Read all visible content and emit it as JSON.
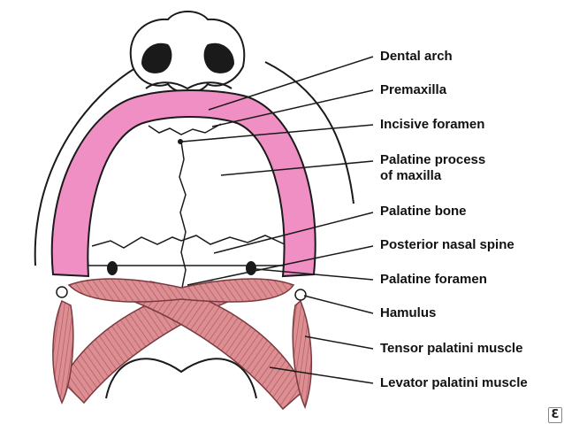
{
  "labels": {
    "dental_arch": "Dental arch",
    "premaxilla": "Premaxilla",
    "incisive_foramen": "Incisive foramen",
    "palatine_process_line1": "Palatine process",
    "palatine_process_line2": "of maxilla",
    "palatine_bone": "Palatine bone",
    "posterior_nasal_spine": "Posterior nasal spine",
    "palatine_foramen": "Palatine foramen",
    "hamulus": "Hamulus",
    "tensor_palatini": "Tensor palatini muscle",
    "levator_palatini": "Levator palatini muscle"
  },
  "colors": {
    "dental_arch": "#ef8fc3",
    "muscle": "#d9868b",
    "muscle_dark": "#b8545c",
    "outline": "#1a1a1a"
  },
  "logo_glyph": "Ɛ"
}
